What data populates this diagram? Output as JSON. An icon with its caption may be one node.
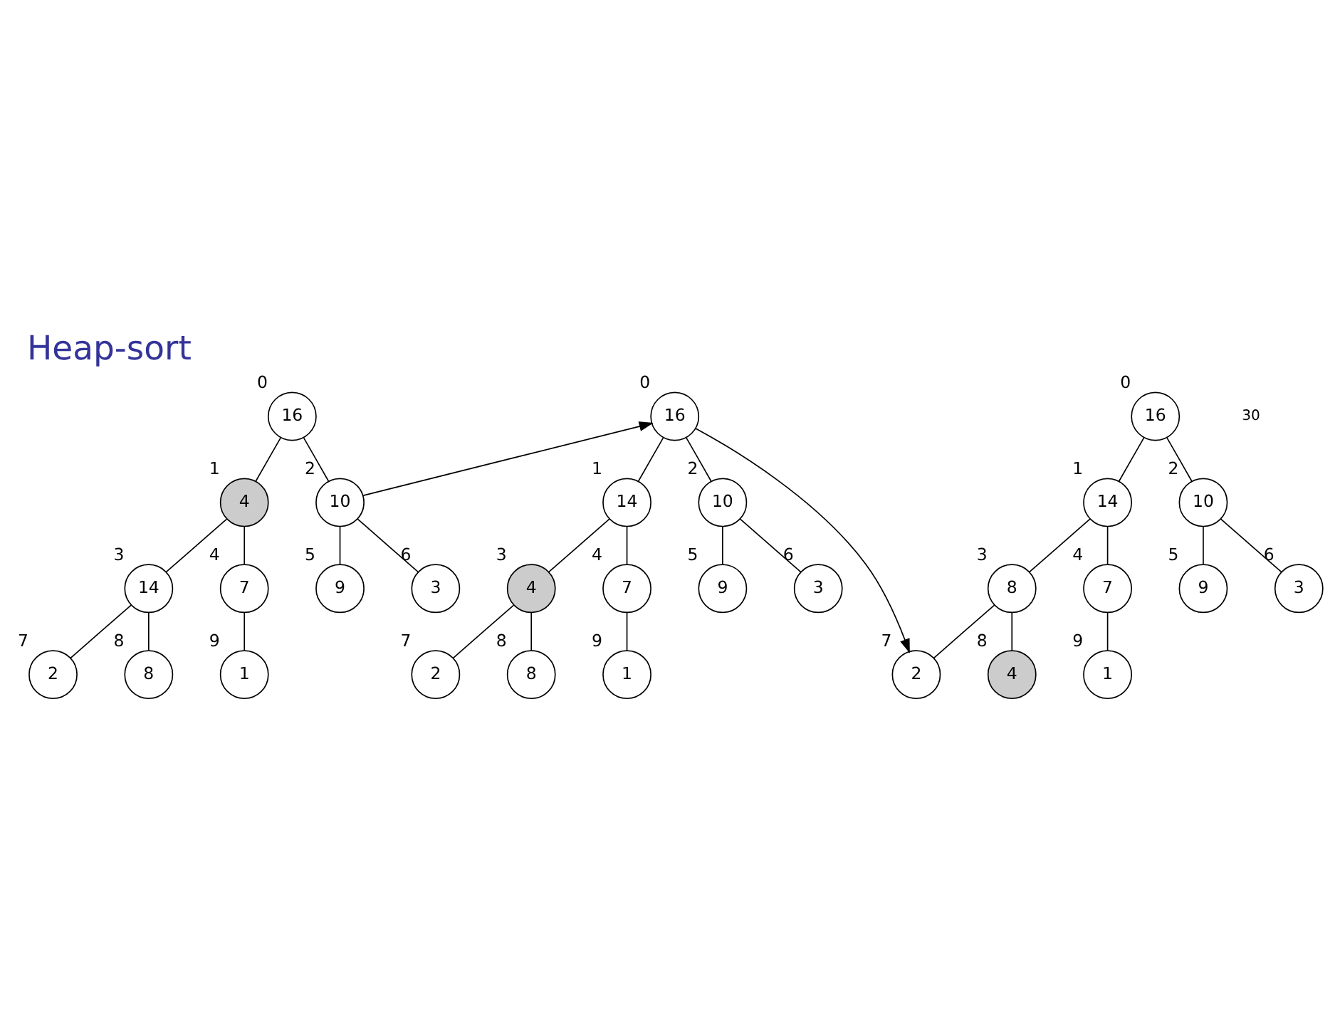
{
  "diagram": {
    "title": "Heap-sort",
    "nodes": [
      {
        "text": [
          "16"
        ],
        "beside": [
          "0"
        ]
      },
      {
        "text": [
          "4"
        ],
        "beside": [
          "1"
        ]
      },
      {
        "text": [
          "10"
        ],
        "beside": [
          "2"
        ]
      },
      {
        "text": [
          "14"
        ],
        "beside": [
          "3"
        ]
      },
      {
        "text": [
          "7"
        ],
        "beside": [
          "4"
        ]
      },
      {
        "text": [
          "9"
        ],
        "beside": [
          "5"
        ]
      },
      {
        "text": [
          "3"
        ],
        "beside": [
          "6"
        ]
      },
      {
        "text": [
          "2"
        ],
        "beside": [
          "7"
        ]
      },
      {
        "text": [
          "8"
        ],
        "beside": [
          "8"
        ]
      },
      {
        "text": [
          "1"
        ],
        "beside": [
          "9"
        ]
      },
      {
        "text": [
          "16"
        ],
        "beside": [
          "0"
        ]
      },
      {
        "text": [
          "14"
        ],
        "beside": [
          "1"
        ]
      },
      {
        "text": [
          "10"
        ],
        "beside": [
          "2"
        ]
      },
      {
        "text": [
          "4"
        ],
        "beside": [
          "3"
        ]
      },
      {
        "text": [
          "7"
        ],
        "beside": [
          "4"
        ]
      },
      {
        "text": [
          "9"
        ],
        "beside": [
          "5"
        ]
      },
      {
        "text": [
          "3"
        ],
        "beside": [
          "6"
        ]
      },
      {
        "text": [
          "2"
        ],
        "beside": [
          "7"
        ]
      },
      {
        "text": [
          "8"
        ],
        "beside": [
          "8"
        ]
      },
      {
        "text": [
          "1"
        ],
        "beside": [
          "9"
        ]
      },
      {
        "text": [
          "16"
        ],
        "beside": [
          "0"
        ]
      },
      {
        "text": [
          "14"
        ],
        "beside": [
          "1"
        ]
      },
      {
        "text": [
          "10"
        ],
        "beside": [
          "2"
        ]
      },
      {
        "text": [
          "8"
        ],
        "beside": [
          "3"
        ]
      },
      {
        "text": [
          "7"
        ],
        "beside": [
          "4"
        ]
      },
      {
        "text": [
          "9"
        ],
        "beside": [
          "5"
        ]
      },
      {
        "text": [
          "3"
        ],
        "beside": [
          "6"
        ]
      },
      {
        "text": [
          "2"
        ],
        "beside": [
          "7"
        ]
      },
      {
        "text": [
          "4"
        ],
        "beside": [
          "8"
        ]
      },
      {
        "text": [
          "1"
        ],
        "beside": [
          "9"
        ]
      }
    ],
    "edges": [
      {
        "from": 0,
        "to": 1,
        "arrow": "none"
      },
      {
        "from": 0,
        "to": 2,
        "arrow": "none"
      },
      {
        "from": 1,
        "to": 3,
        "arrow": "none"
      },
      {
        "from": 1,
        "to": 4,
        "arrow": "none"
      },
      {
        "from": 2,
        "to": 5,
        "arrow": "none"
      },
      {
        "from": 2,
        "to": 6,
        "arrow": "none"
      },
      {
        "from": 3,
        "to": 7,
        "arrow": "none"
      },
      {
        "from": 3,
        "to": 8,
        "arrow": "none"
      },
      {
        "from": 4,
        "to": 9,
        "arrow": "none"
      },
      {
        "from": 10,
        "to": 11,
        "arrow": "none"
      },
      {
        "from": 10,
        "to": 12,
        "arrow": "none"
      },
      {
        "from": 11,
        "to": 13,
        "arrow": "none"
      },
      {
        "from": 11,
        "to": 14,
        "arrow": "none"
      },
      {
        "from": 12,
        "to": 15,
        "arrow": "none"
      },
      {
        "from": 12,
        "to": 16,
        "arrow": "none"
      },
      {
        "from": 13,
        "to": 17,
        "arrow": "none"
      },
      {
        "from": 13,
        "to": 18,
        "arrow": "none"
      },
      {
        "from": 14,
        "to": 19,
        "arrow": "none"
      },
      {
        "from": 20,
        "to": 21,
        "arrow": "none"
      },
      {
        "from": 20,
        "to": 22,
        "arrow": "none"
      },
      {
        "from": 21,
        "to": 23,
        "arrow": "none"
      },
      {
        "from": 21,
        "to": 24,
        "arrow": "none"
      },
      {
        "from": 22,
        "to": 25,
        "arrow": "none"
      },
      {
        "from": 22,
        "to": 26,
        "arrow": "none"
      },
      {
        "from": 23,
        "to": 27,
        "arrow": "none"
      },
      {
        "from": 23,
        "to": 28,
        "arrow": "none"
      },
      {
        "from": 24,
        "to": 29,
        "arrow": "none"
      },
      {
        "from": 2,
        "to": 10,
        "arrow": "to"
      },
      {
        "from": 10,
        "to": 27,
        "arrow": "to"
      }
    ],
    "labels": [
      "30"
    ]
  }
}
